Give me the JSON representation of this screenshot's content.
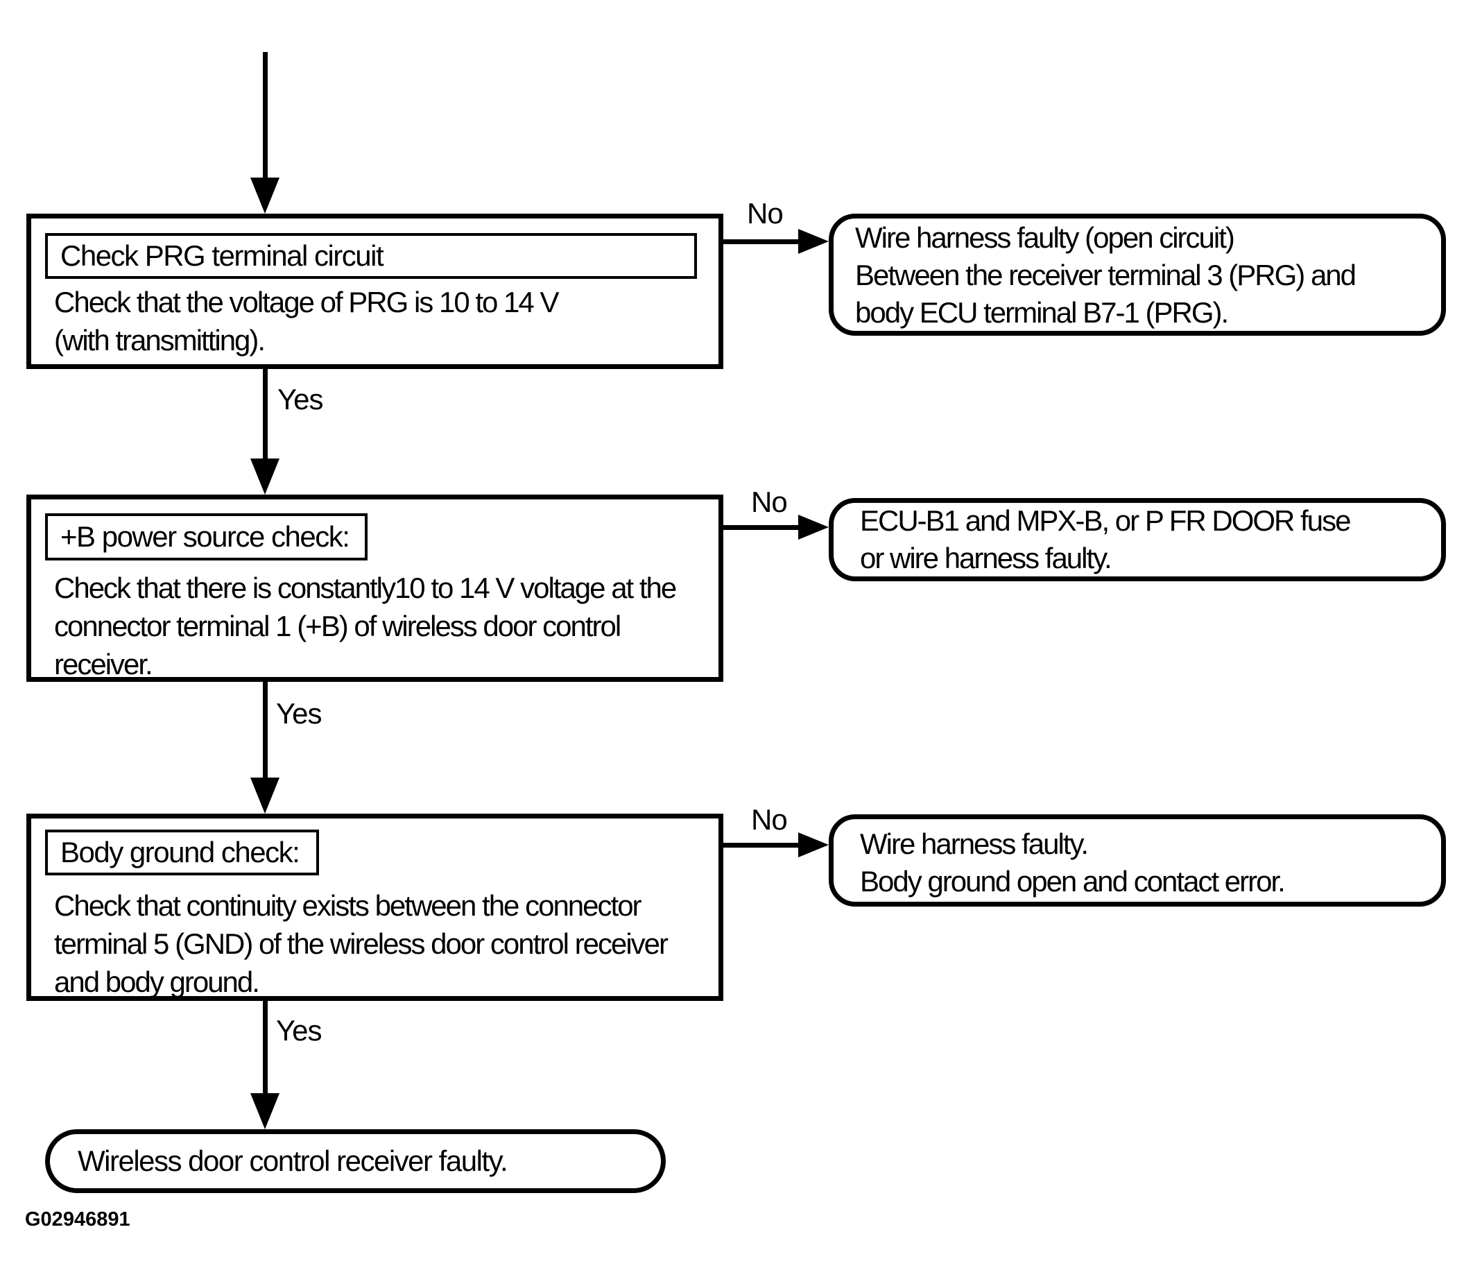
{
  "figure": {
    "code": "G02946891"
  },
  "colors": {
    "ink": "#000000",
    "background": "#ffffff"
  },
  "flowchart": {
    "steps": [
      {
        "title": "Check PRG terminal circuit",
        "body": [
          "Check that the voltage of PRG is 10 to 14 V",
          "(with transmitting)."
        ],
        "yes_label": "Yes",
        "no_label": "No",
        "no_result": [
          "Wire harness faulty (open circuit)",
          "Between the receiver terminal 3 (PRG) and",
          "body ECU terminal B7-1 (PRG)."
        ]
      },
      {
        "title": "+B power source check:",
        "body": [
          "Check that there is constantly10 to 14 V voltage at the",
          "connector terminal 1 (+B) of wireless door control",
          "receiver."
        ],
        "yes_label": "Yes",
        "no_label": "No",
        "no_result": [
          "ECU-B1 and MPX-B, or P FR DOOR fuse",
          "or wire harness faulty."
        ]
      },
      {
        "title": "Body ground check:",
        "body": [
          "Check that continuity exists between the connector",
          "terminal 5 (GND) of the wireless door control receiver",
          "and body ground."
        ],
        "yes_label": "Yes",
        "no_label": "No",
        "no_result": [
          "Wire harness faulty.",
          "Body ground open and contact error."
        ]
      }
    ],
    "final_result": "Wireless door control receiver faulty."
  }
}
